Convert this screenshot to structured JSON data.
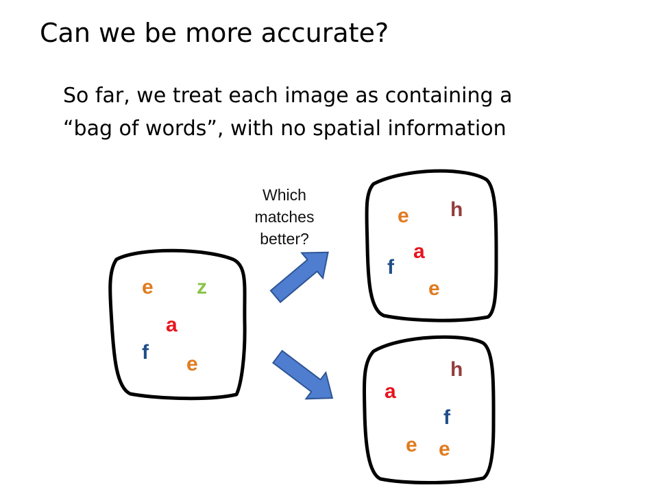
{
  "slide": {
    "title": "Can we be more accurate?",
    "body_line1": "So far, we treat each image as containing a",
    "body_line2": "“bag of words”, with no spatial information"
  },
  "question": {
    "line1": "Which",
    "line2": "matches",
    "line3": "better?"
  },
  "colors": {
    "e": "#e07b1f",
    "z": "#8bc34a",
    "a": "#e8141e",
    "f": "#1f4e89",
    "h": "#943c3c",
    "arrow_fill": "#4f7ed0",
    "arrow_stroke": "#2e5596",
    "outline": "#000000"
  },
  "bags": {
    "query": {
      "words": {
        "e": "e",
        "z": "z",
        "a": "a",
        "f": "f",
        "e2": "e"
      }
    },
    "top": {
      "words": {
        "e": "e",
        "h": "h",
        "a": "a",
        "f": "f",
        "e2": "e"
      }
    },
    "bottom": {
      "words": {
        "h": "h",
        "a": "a",
        "f": "f",
        "e": "e",
        "e2": "e"
      }
    }
  }
}
